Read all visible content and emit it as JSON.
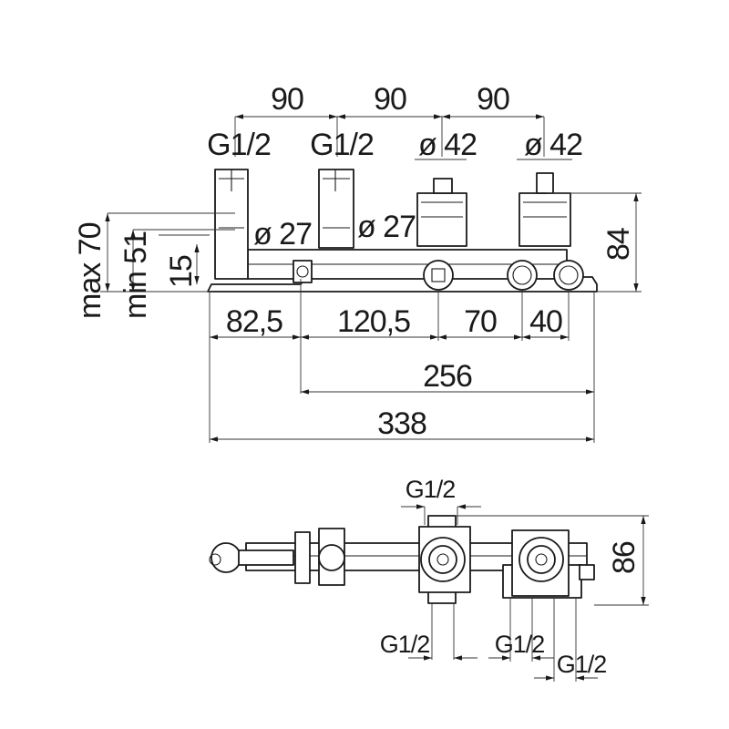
{
  "front_view": {
    "spacing_1": "90",
    "spacing_2": "90",
    "spacing_3": "90",
    "thread_left": "G1/2",
    "thread_mid": "G1/2",
    "bore_1": "ø 42",
    "bore_2": "ø 42",
    "inlet_1": "ø 27",
    "inlet_2": "ø 27",
    "height_max": "max 70",
    "height_min": "min 51",
    "offset_15": "15",
    "height_84": "84",
    "seg_1": "82,5",
    "seg_2": "120,5",
    "seg_3": "70",
    "seg_4": "40",
    "span_256": "256",
    "total_338": "338"
  },
  "top_view": {
    "thread_top": "G1/2",
    "depth_86": "86",
    "thread_b1": "G1/2",
    "thread_b2": "G1/2",
    "thread_b3": "G1/2"
  }
}
